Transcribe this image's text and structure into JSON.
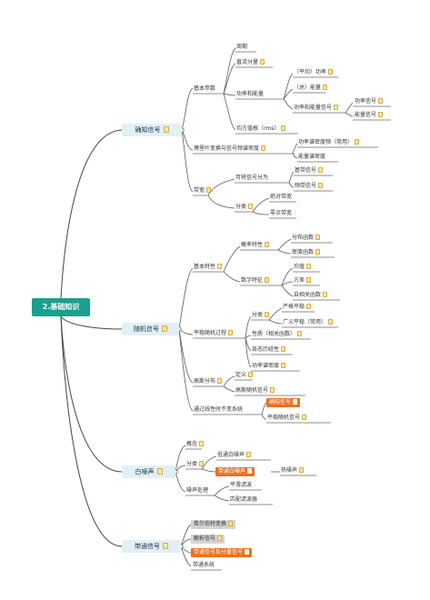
{
  "root": "2.基础知识",
  "signals": {
    "certain": "确知信号",
    "random": "随机信号",
    "white": "白噪声",
    "bandpass": "带通信号"
  },
  "certain": {
    "basic_params": "基本参数",
    "period": "周期",
    "dc": "直流分量",
    "power_energy": "功率和能量",
    "avg_power": "（平均）功率",
    "total_energy": "（总）能量",
    "power_energy_signal": "功率和能量信号",
    "power_signal": "功率信号",
    "energy_signal": "能量信号",
    "rms": "均方值根（rms）",
    "fourier": "傅里叶变换与信号频谱密度",
    "psd": "功率谱密度频（常用）",
    "esd": "能量谱密度",
    "bandwidth": "带宽",
    "divisible": "可将信号分为",
    "baseband": "基带信号",
    "bandpass_sig": "频带信号",
    "classify": "分类",
    "absolute_bw": "绝对带宽",
    "null_bw": "零点带宽"
  },
  "random": {
    "basic_char": "基本特性",
    "prob_char": "概率特性",
    "dist_func": "分布函数",
    "density_func": "密度函数",
    "num_char": "数字特征",
    "mean": "均值",
    "variance": "方差",
    "autocorr": "自相关函数",
    "stationary": "平稳随机过程",
    "classify": "分类",
    "strict": "严格平稳",
    "wide": "广义平稳（常用）",
    "properties": "性质（相关函数）",
    "ergodic": "各态历经性",
    "psd": "功率谱密度",
    "gaussian": "高斯分布",
    "definition": "定义",
    "gaussian_signal": "高斯随机信号",
    "lti": "通过线性时不变系统",
    "certain_sig": "确知信号",
    "stationary_sig": "平稳随机信号"
  },
  "white": {
    "concept": "概念",
    "classify": "分类",
    "lowpass": "低通白噪声",
    "bandpass": "带通白噪声",
    "thermal": "热噪声",
    "noise_proc": "噪声处理",
    "smoothing": "平滑滤波",
    "matched": "匹配滤波器"
  },
  "bandpass": {
    "hilbert": "希尔伯特变换",
    "analytic": "解析信号",
    "equiv": "带通信号及分量信号",
    "system": "带通系统"
  },
  "colors": {
    "root": "#1aa08d",
    "main": "#e1f0f6",
    "highlight": "#e57322",
    "gray": "#d4d4d4"
  },
  "icons": {
    "note": "note-icon"
  }
}
